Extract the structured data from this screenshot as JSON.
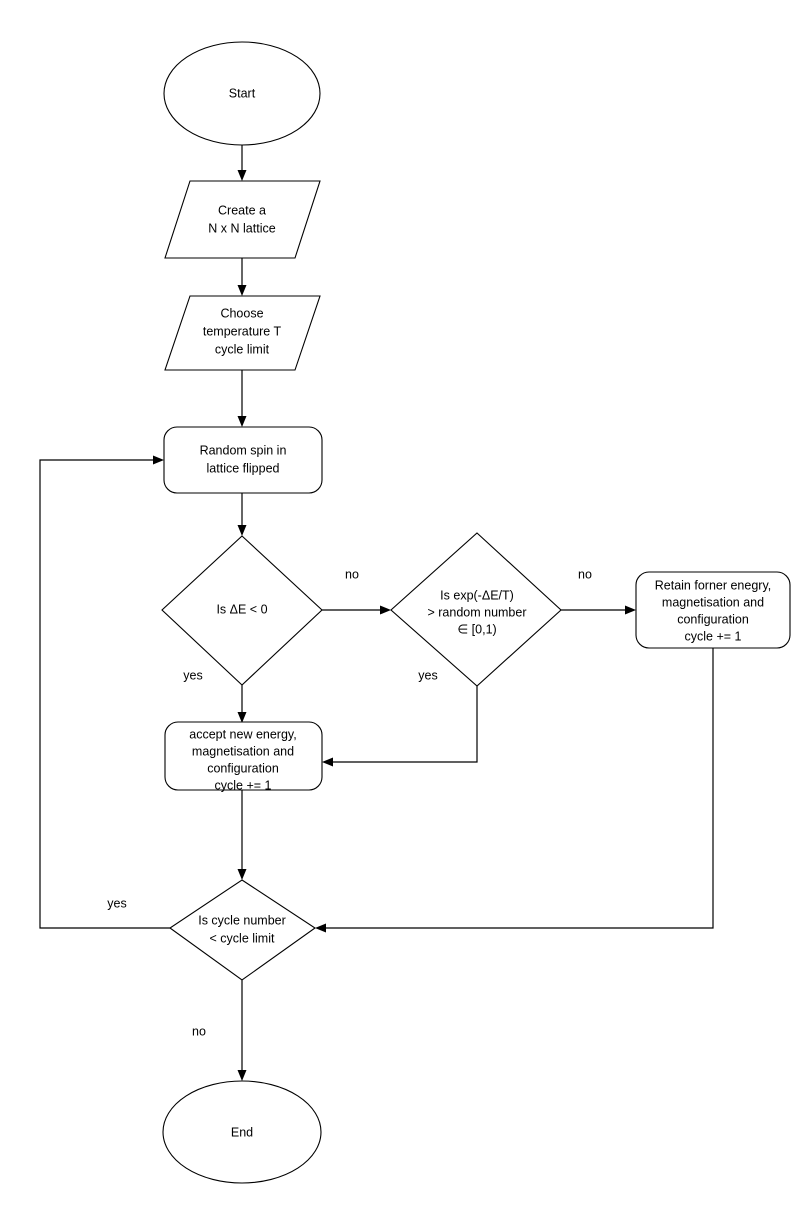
{
  "diagram": {
    "title": "Ising Model Monte Carlo Simulation Flowchart",
    "type": "flowchart",
    "background_color": "#ffffff",
    "line_color": "#000000",
    "text_color": "#000000"
  },
  "nodes": {
    "start": {
      "shape": "ellipse",
      "label": "Start"
    },
    "create_lattice": {
      "shape": "parallelogram",
      "line1": "Create a",
      "line2": "N x N lattice"
    },
    "choose_temperature": {
      "shape": "parallelogram",
      "line1": "Choose",
      "line2": "temperature T",
      "line3": "cycle limit"
    },
    "flip_spin": {
      "shape": "rounded-rect",
      "line1": "Random spin in",
      "line2": "lattice flipped"
    },
    "decision_energy": {
      "shape": "diamond",
      "line1": "Is ΔE < 0"
    },
    "decision_metropolis": {
      "shape": "diamond",
      "line1": "Is exp(-ΔE/T)",
      "line2": "> random number",
      "line3": "∈ [0,1)"
    },
    "retain_state": {
      "shape": "rounded-rect",
      "line1": "Retain forner enegry,",
      "line2": "magnetisation and",
      "line3": "configuration",
      "line4": "cycle += 1"
    },
    "accept_state": {
      "shape": "rounded-rect",
      "line1": "accept new energy,",
      "line2": "magnetisation and",
      "line3": "configuration",
      "line4": "cycle += 1"
    },
    "decision_cycle": {
      "shape": "diamond",
      "line1": "Is cycle number",
      "line2": "< cycle limit"
    },
    "end": {
      "shape": "ellipse",
      "label": "End"
    }
  },
  "edge_labels": {
    "energy_no": "no",
    "energy_yes": "yes",
    "metropolis_no": "no",
    "metropolis_yes": "yes",
    "cycle_yes": "yes",
    "cycle_no": "no"
  }
}
